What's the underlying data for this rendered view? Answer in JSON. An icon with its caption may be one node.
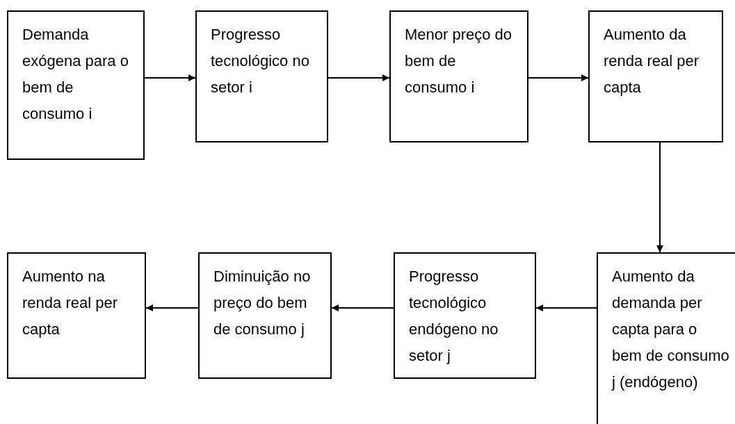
{
  "diagram": {
    "nodes": [
      {
        "text": [
          "Demanda exógena para o bem de consumo i"
        ]
      },
      {
        "text": [
          "Progresso tecnológico no setor i"
        ]
      },
      {
        "text": [
          "Menor preço do bem de consumo i"
        ]
      },
      {
        "text": [
          "Aumento da renda real per capta"
        ]
      },
      {
        "text": [
          "Aumento da demanda per capta para o bem de consumo j (endógeno)"
        ]
      },
      {
        "text": [
          "Progresso tecnológico endógeno no setor j"
        ]
      },
      {
        "text": [
          "Diminuição no preço do bem de consumo j"
        ]
      },
      {
        "text": [
          "Aumento na renda real per capta"
        ]
      }
    ],
    "edges": [
      {
        "from": 0,
        "to": 1,
        "arrow": "to"
      },
      {
        "from": 1,
        "to": 2,
        "arrow": "to"
      },
      {
        "from": 2,
        "to": 3,
        "arrow": "to"
      },
      {
        "from": 3,
        "to": 4,
        "arrow": "to"
      },
      {
        "from": 4,
        "to": 5,
        "arrow": "to"
      },
      {
        "from": 5,
        "to": 6,
        "arrow": "to"
      },
      {
        "from": 6,
        "to": 7,
        "arrow": "to"
      }
    ]
  }
}
